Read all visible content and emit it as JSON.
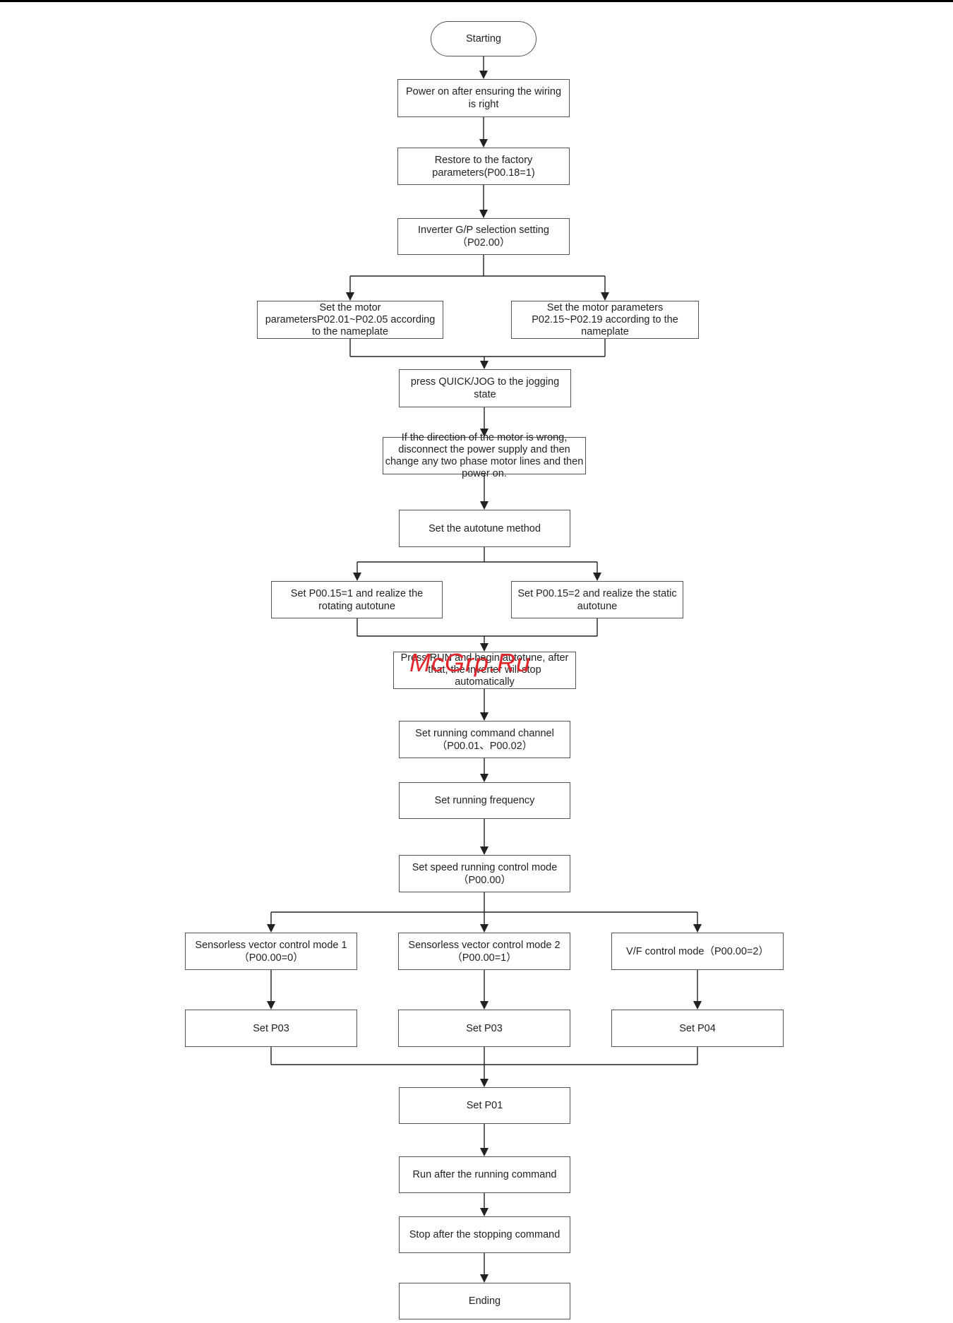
{
  "flowchart": {
    "watermark": "McGrp.Ru",
    "nodes": {
      "start": "Starting",
      "power_on": "Power on after ensuring the wiring is right",
      "restore": "Restore to the factory parameters(P00.18=1)",
      "gp_select": "Inverter G/P selection setting\n（P02.00）",
      "motor_params_1": "Set the motor parametersP02.01~P02.05 according to the nameplate",
      "motor_params_2": "Set the motor parameters P02.15~P02.19 according to the nameplate",
      "jog": "press QUICK/JOG to the jogging state",
      "direction": "If the direction of the motor is wrong, disconnect the power supply and then change any two phase motor lines and then power on.",
      "autotune_method": "Set the autotune method",
      "rotating": "Set P00.15=1 and realize the rotating autotune",
      "static": "Set P00.15=2 and realize the static autotune",
      "press_run": "Press RUN and begin autotune, after that, the inverter will stop automatically",
      "cmd_channel": "Set running command channel\n（P00.01、P00.02）",
      "frequency": "Set running frequency",
      "speed_mode": "Set speed running control mode\n（P00.00）",
      "svc1": "Sensorless vector control mode 1\n（P00.00=0）",
      "svc2": "Sensorless vector control mode 2\n（P00.00=1）",
      "vf": "V/F control mode（P00.00=2）",
      "set_p03_a": "Set P03",
      "set_p03_b": "Set P03",
      "set_p04": "Set P04",
      "set_p01": "Set P01",
      "run": "Run after the running command",
      "stop": "Stop after the stopping command",
      "end": "Ending"
    }
  }
}
